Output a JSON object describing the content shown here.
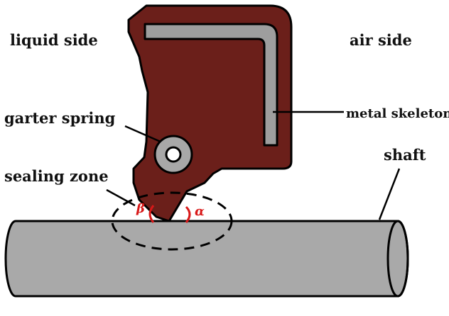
{
  "labels": {
    "liquid_side": "liquid  side",
    "air_side": "air side",
    "garter_spring": "garter spring",
    "metal_skeleton": "metal skeleton",
    "sealing_zone": "sealing zone",
    "shaft": "shaft",
    "beta": "β",
    "alpha": "α"
  },
  "colors": {
    "seal_body": "#6b1f1a",
    "metal_skeleton": "#9e9e9e",
    "shaft": "#a9a9a9",
    "spring_outer": "#a8a8a8",
    "angle_marks": "#d81818",
    "outline": "#000000"
  }
}
